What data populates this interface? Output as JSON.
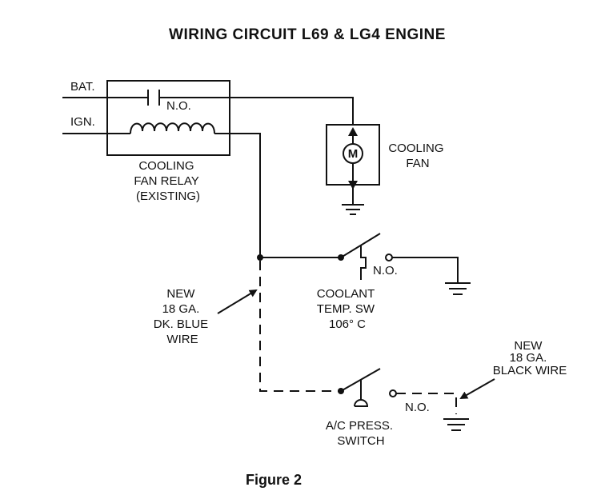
{
  "title": "WIRING CIRCUIT L69 & LG4 ENGINE",
  "caption": "Figure 2",
  "relay": {
    "bat_label": "BAT.",
    "ign_label": "IGN.",
    "no_label": "N.O.",
    "name_lines": [
      "COOLING",
      "FAN RELAY",
      "(EXISTING)"
    ]
  },
  "fan": {
    "motor_letter": "M",
    "name_lines": [
      "COOLING",
      "FAN"
    ]
  },
  "coolant_switch": {
    "no_label": "N.O.",
    "name_lines": [
      "COOLANT",
      "TEMP. SW",
      "106° C"
    ]
  },
  "ac_switch": {
    "no_label": "N.O.",
    "name_lines": [
      "A/C PRESS.",
      "SWITCH"
    ]
  },
  "blue_wire_note": [
    "NEW",
    "18 GA.",
    "DK. BLUE",
    "WIRE"
  ],
  "black_wire_note": [
    "NEW",
    "18 GA.",
    "BLACK WIRE"
  ]
}
